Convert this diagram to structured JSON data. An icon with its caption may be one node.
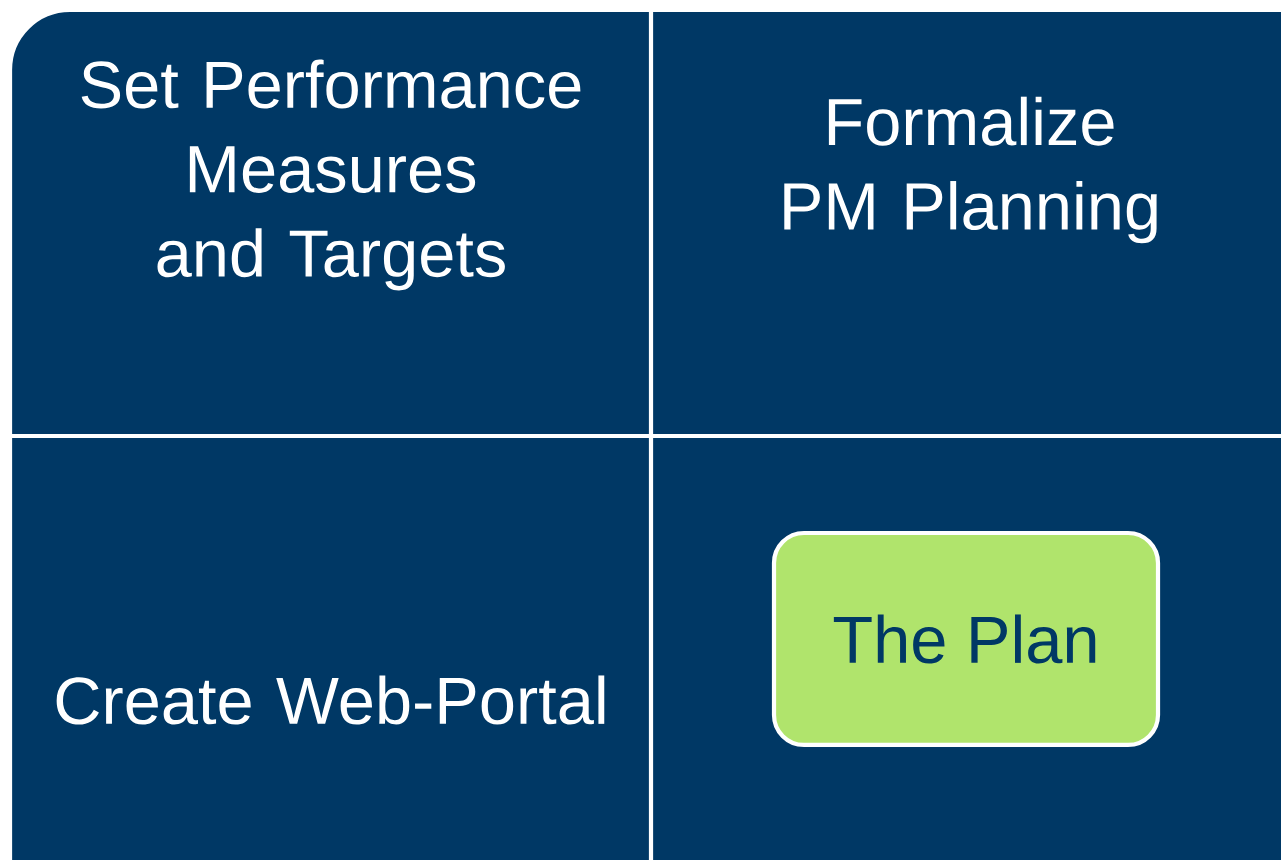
{
  "diagram": {
    "nodes": [
      {
        "text": [
          "Set Performance Measures and Targets"
        ]
      },
      {
        "text": [
          "Formalize PM Planning"
        ]
      },
      {
        "text": [
          "Create Web-Portal"
        ]
      },
      {
        "text": [
          "The Plan"
        ]
      }
    ]
  }
}
